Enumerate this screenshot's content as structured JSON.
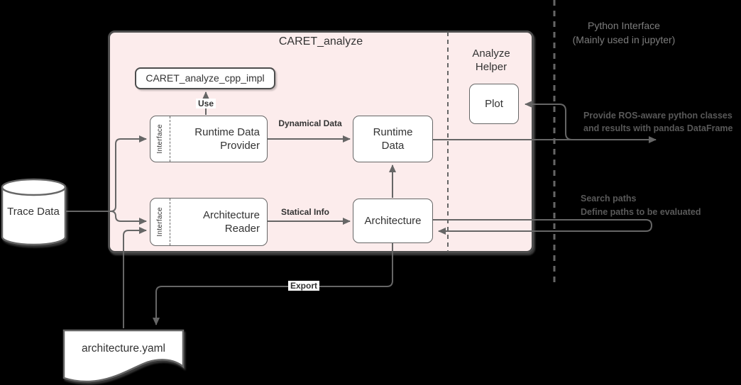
{
  "container": {
    "title": "CARET_analyze"
  },
  "analyze_helper": {
    "line1": "Analyze",
    "line2": "Helper"
  },
  "nodes": {
    "cpp_impl": {
      "label": "CARET_analyze_cpp_impl"
    },
    "runtime_data_provider": {
      "interface_label": "Interface",
      "line1": "Runtime Data",
      "line2": "Provider"
    },
    "architecture_reader": {
      "interface_label": "Interface",
      "line1": "Architecture",
      "line2": "Reader"
    },
    "runtime_data": {
      "line1": "Runtime",
      "line2": "Data"
    },
    "architecture": {
      "label": "Architecture"
    },
    "plot": {
      "label": "Plot"
    },
    "trace_data": {
      "label": "Trace Data"
    },
    "architecture_yaml": {
      "label": "architecture.yaml"
    }
  },
  "edge_labels": {
    "use": "Use",
    "dynamical_data": "Dynamical Data",
    "statical_info": "Statical Info",
    "export": "Export"
  },
  "annotations": {
    "python_interface": {
      "line1": "Python Interface",
      "line2": "(Mainly used in jupyter)"
    },
    "provide_classes": {
      "line1": "Provide ROS-aware python classes",
      "line2": "and results with pandas DataFrame"
    },
    "search_paths": {
      "line1": "Search paths",
      "line2": "Define paths to be evaluated"
    }
  },
  "colors": {
    "background": "#000000",
    "container_fill": "#fcecec",
    "container_border": "#4d4d4d",
    "node_fill": "#ffffff",
    "node_border": "#666666",
    "connector": "#666666",
    "node_text": "#333333",
    "annotation_text": "#595959",
    "python_interface_text": "#7d7d7d"
  }
}
